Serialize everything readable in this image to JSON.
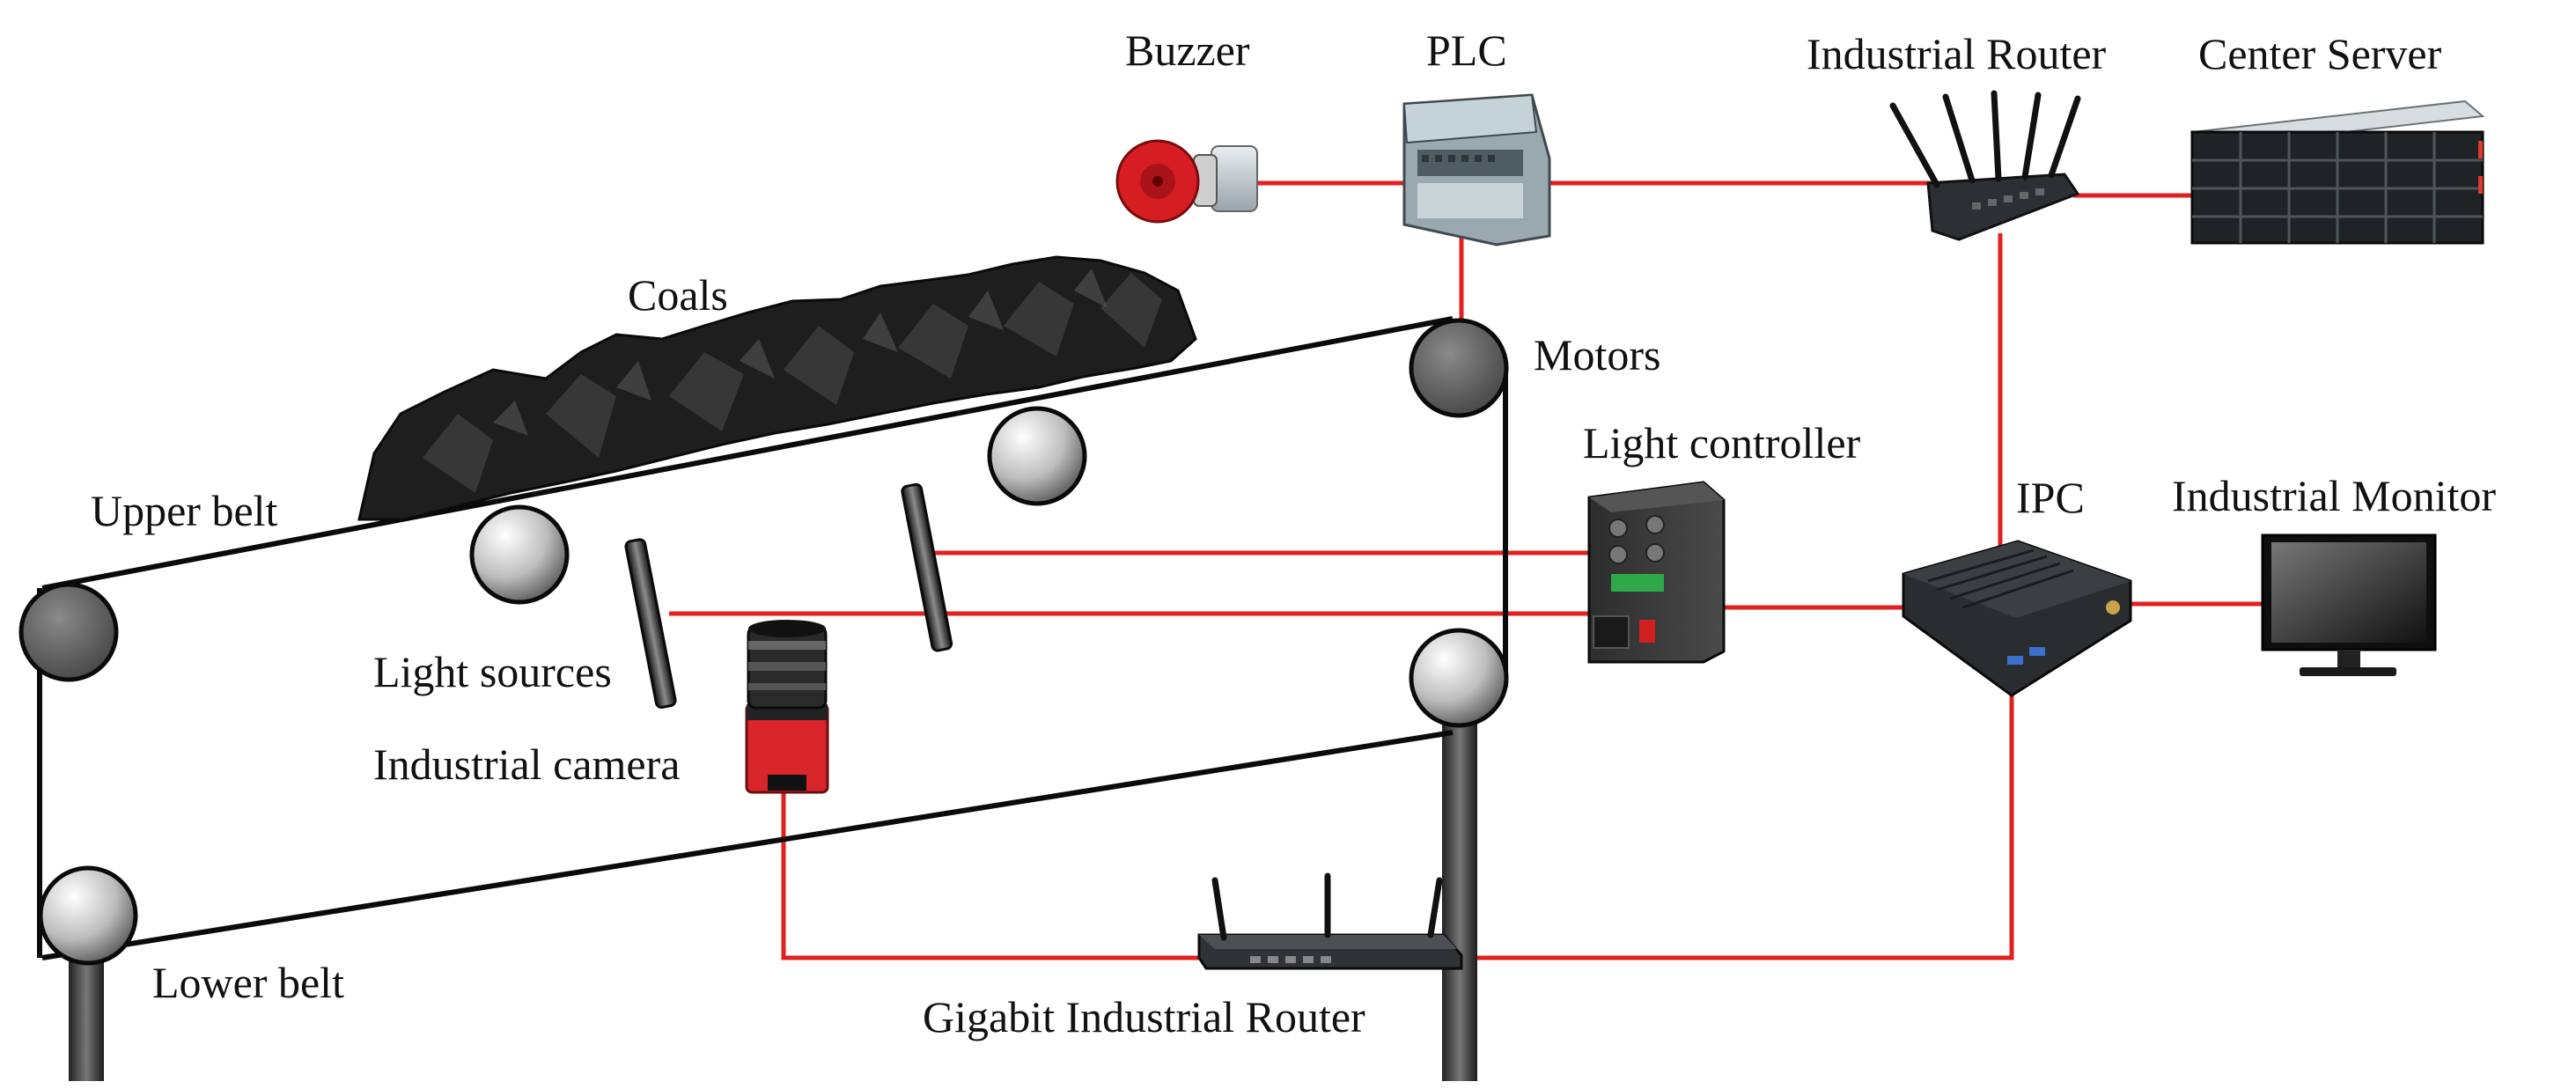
{
  "labels": {
    "buzzer": "Buzzer",
    "plc": "PLC",
    "industrial_router": "Industrial Router",
    "center_server": "Center Server",
    "coals": "Coals",
    "motors": "Motors",
    "light_controller": "Light controller",
    "ipc": "IPC",
    "industrial_monitor": "Industrial Monitor",
    "upper_belt": "Upper belt",
    "light_sources": "Light sources",
    "industrial_camera": "Industrial camera",
    "lower_belt": "Lower belt",
    "gigabit_industrial_router": "Gigabit Industrial Router"
  },
  "colors": {
    "wire": "#e32020",
    "belt": "#0a0a0a",
    "camera_body": "#d8262a",
    "buzzer": "#d61d22"
  }
}
